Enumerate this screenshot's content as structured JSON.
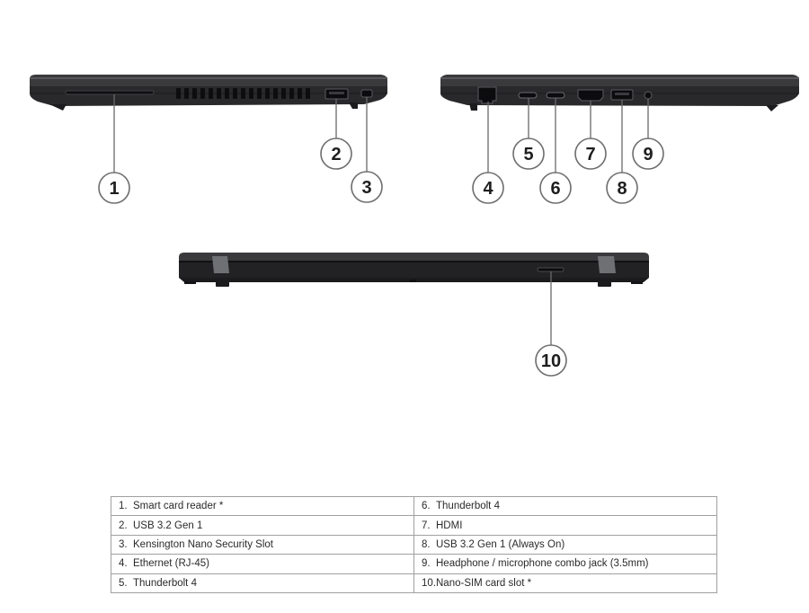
{
  "callouts": [
    {
      "n": "1"
    },
    {
      "n": "2"
    },
    {
      "n": "3"
    },
    {
      "n": "4"
    },
    {
      "n": "5"
    },
    {
      "n": "6"
    },
    {
      "n": "7"
    },
    {
      "n": "8"
    },
    {
      "n": "9"
    },
    {
      "n": "10"
    }
  ],
  "legend": {
    "rows": [
      {
        "left": {
          "num": "1.",
          "label": "Smart card reader *"
        },
        "right": {
          "num": "6.",
          "label": "Thunderbolt 4"
        }
      },
      {
        "left": {
          "num": "2.",
          "label": "USB 3.2 Gen 1"
        },
        "right": {
          "num": "7.",
          "label": "HDMI"
        }
      },
      {
        "left": {
          "num": "3.",
          "label": "Kensington Nano Security Slot"
        },
        "right": {
          "num": "8.",
          "label": "USB 3.2 Gen 1 (Always On)"
        }
      },
      {
        "left": {
          "num": "4.",
          "label": "Ethernet (RJ-45)"
        },
        "right": {
          "num": "9.",
          "label": "Headphone / microphone combo jack (3.5mm)"
        }
      },
      {
        "left": {
          "num": "5.",
          "label": "Thunderbolt 4"
        },
        "right": {
          "num": "10.",
          "label": "Nano-SIM card slot *"
        }
      }
    ]
  },
  "colors": {
    "chassis": "#2b2b2d",
    "chassis_dark": "#18181a",
    "chassis_edge": "#4a4a4e",
    "port": "#0c0c0e",
    "callout_stroke": "#6e6e6e",
    "hinge": "#6f7073"
  }
}
